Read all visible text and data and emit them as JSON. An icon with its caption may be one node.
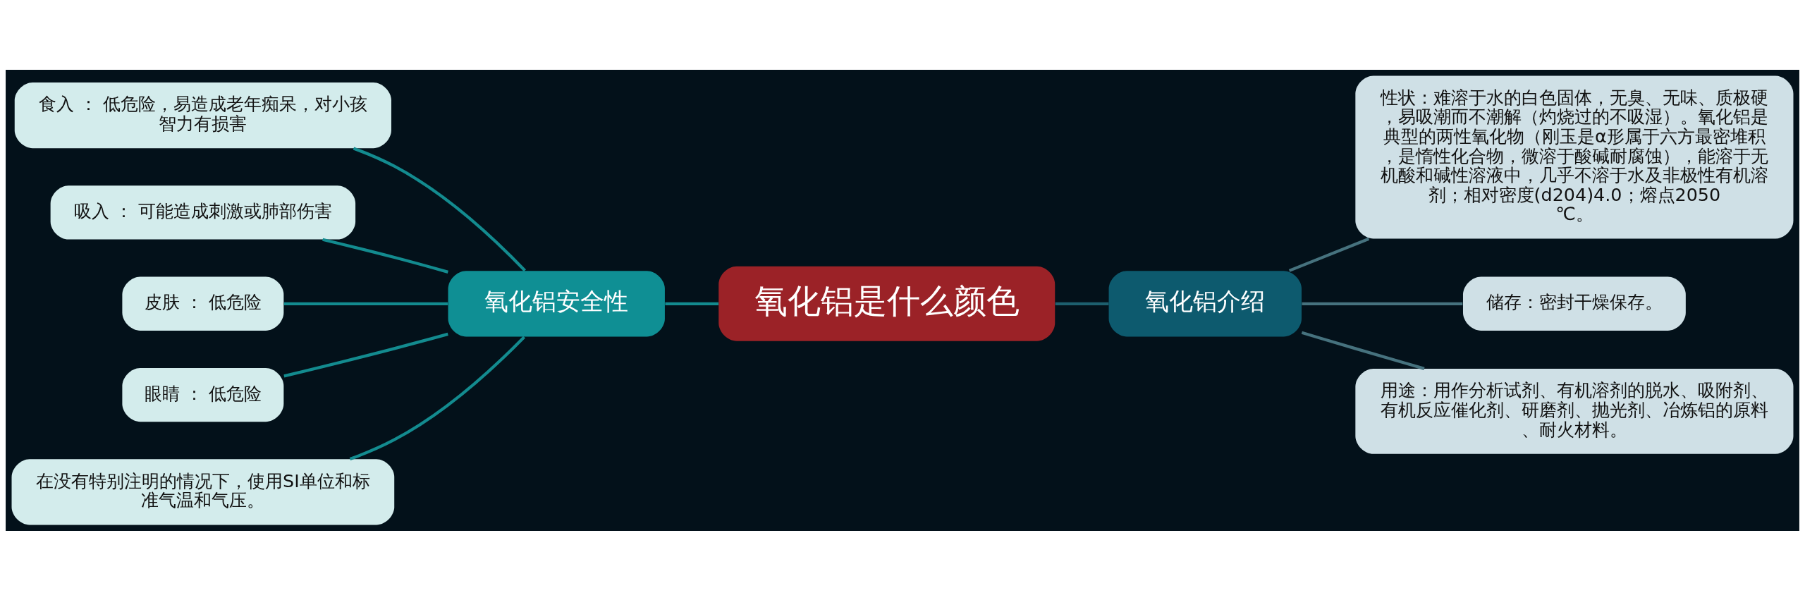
{
  "diagram": {
    "nodes": [
      {
        "text": [
          "氧化铝是什么颜色"
        ]
      },
      {
        "text": [
          "氧化铝安全性"
        ]
      },
      {
        "text": [
          "食入 ： 低危险，易造成老年痴呆，对小孩智力有损害"
        ]
      },
      {
        "text": [
          "吸入 ： 可能造成刺激或肺部伤害"
        ]
      },
      {
        "text": [
          "皮肤 ： 低危险"
        ]
      },
      {
        "text": [
          "眼睛 ： 低危险"
        ]
      },
      {
        "text": [
          "在没有特别注明的情况下，使用SI单位和标准气温和气压。"
        ]
      },
      {
        "text": [
          "氧化铝介绍"
        ]
      },
      {
        "text": [
          "性状：难溶于水的白色固体，无臭、无味、质极硬，易吸潮而不潮解（灼烧过的不吸湿）。氧化铝是典型的两性氧化物（刚玉是α形属于六方最密堆积，是惰性化合物，微溶于酸碱耐腐蚀），能溶于无机酸和碱性溶液中，几乎不溶于水及非极性有机溶剂；相对密度(d204)4.0；熔点2050℃。"
        ]
      },
      {
        "text": [
          "储存：密封干燥保存。"
        ]
      },
      {
        "text": [
          "用途：用作分析试剂、有机溶剂的脱水、吸附剂、有机反应催化剂、研磨剂、抛光剂、冶炼铝的原料、耐火材料。"
        ]
      }
    ],
    "edges": [
      {
        "from": 0,
        "to": 1,
        "arrow": "none"
      },
      {
        "from": 1,
        "to": 2,
        "arrow": "none"
      },
      {
        "from": 1,
        "to": 3,
        "arrow": "none"
      },
      {
        "from": 1,
        "to": 4,
        "arrow": "none"
      },
      {
        "from": 1,
        "to": 5,
        "arrow": "none"
      },
      {
        "from": 1,
        "to": 6,
        "arrow": "none"
      },
      {
        "from": 0,
        "to": 7,
        "arrow": "none",
        "color": "#1d5f6e"
      },
      {
        "from": 7,
        "to": 8,
        "arrow": "none",
        "color": "#46727e"
      },
      {
        "from": 7,
        "to": 9,
        "arrow": "none",
        "color": "#46727e"
      },
      {
        "from": 7,
        "to": 10,
        "arrow": "none",
        "color": "#46727e"
      }
    ]
  }
}
